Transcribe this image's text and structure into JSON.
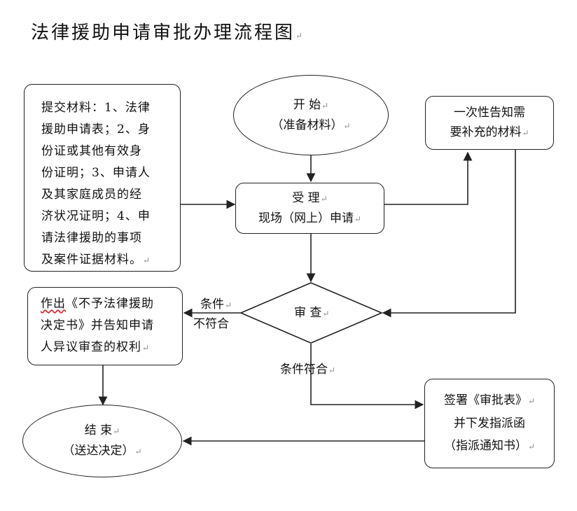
{
  "title": "法律援助申请审批办理流程图",
  "mark": "↵",
  "nodes": {
    "materials": {
      "lines": [
        "提交材料：1、法律",
        "援助申请表；2、身",
        "份证或其他有效身",
        "份证明；3、申请人",
        "及其家庭成员的经",
        "济状况证明；4、申",
        "请法律援助的事项",
        "及案件证据材料。"
      ]
    },
    "start": {
      "lines": [
        "开  始",
        "（准备材料）"
      ]
    },
    "accept": {
      "lines": [
        "受  理",
        "现场（网上）申请"
      ]
    },
    "supplement": {
      "lines": [
        "一次性告知需",
        "要补充的材料"
      ]
    },
    "review": {
      "lines": [
        "审  查"
      ]
    },
    "reject": {
      "prefix": "作出",
      "lines_rest": "《不予法律援助",
      "lines": [
        "决定书》并告知申请",
        "人异议审查的权利"
      ]
    },
    "sign": {
      "lines": [
        "签署《审批表》",
        "并下发指派函",
        "（指派通知书）"
      ]
    },
    "end": {
      "lines": [
        "结  束",
        "（送达决定）"
      ]
    }
  },
  "edge_labels": {
    "not_met_1": "条件",
    "not_met_2": "不符合",
    "met": "条件符合"
  },
  "colors": {
    "line": "#222222",
    "mark": "#8a8a8a",
    "squiggle": "#dd2233"
  }
}
